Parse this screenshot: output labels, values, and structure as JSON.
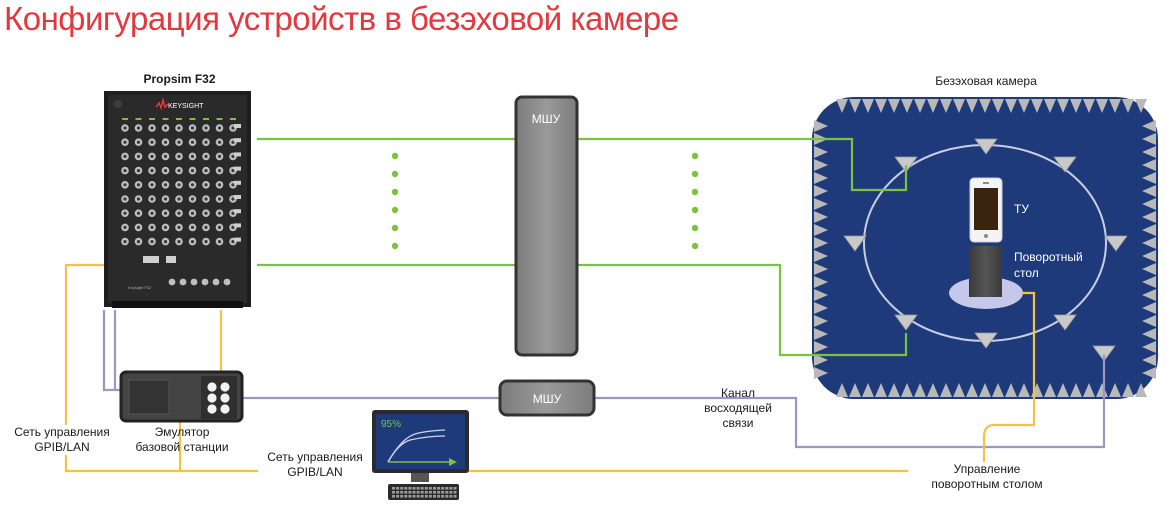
{
  "title": "Конфигурация устройств в безэховой камере",
  "propsim": {
    "label": "Propsim F32",
    "brand": "KEYSIGHT",
    "plate": "Keysight F32"
  },
  "chamber": {
    "label": "Безэховая камера",
    "dut": "ТУ",
    "turntable_line1": "Поворотный",
    "turntable_line2": "стол"
  },
  "lna_tall": "МШУ",
  "lna_small": "МШУ",
  "uplink": {
    "line1": "Канал",
    "line2": "восходящей",
    "line3": "связи"
  },
  "emulator": {
    "line1": "Эмулятор",
    "line2": "базовой станции"
  },
  "network_left": {
    "line1": "Сеть управления",
    "line2": "GPIB/LAN"
  },
  "network_mid": {
    "line1": "Сеть управления",
    "line2": "GPIB/LAN"
  },
  "turntable_control": {
    "line1": "Управление",
    "line2": "поворотным столом"
  },
  "monitor": {
    "percent": "95%"
  },
  "colors": {
    "title": "#e2383e",
    "rf_link": "#7cc242",
    "control_bus": "#f5c242",
    "uplink_bus": "#9a97c2",
    "chamber_bg": "#1e3a7b",
    "device": "#2a2a2a",
    "lna": "#8c8c8c"
  },
  "icons": [
    "keysight-logo-icon",
    "absorber-cone-icon",
    "antenna-icon",
    "phone-icon",
    "keyboard-icon",
    "monitor-icon"
  ]
}
